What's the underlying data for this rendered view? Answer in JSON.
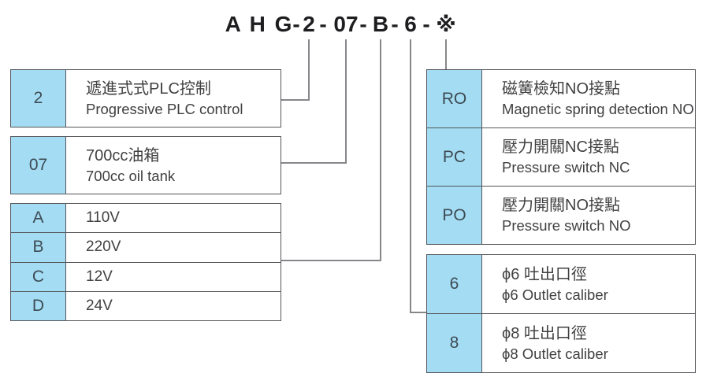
{
  "title": {
    "segments": [
      "A H G",
      "-",
      "2",
      "-",
      "07",
      "-",
      "B",
      "-",
      "6",
      "-",
      "※"
    ]
  },
  "colors": {
    "cell_fill": "#a4ddf3",
    "table_border": "#55565a",
    "connector_line": "#85878a",
    "text": "#414042",
    "title_text": "#1e1e20"
  },
  "control": {
    "code": "2",
    "zh": "遞進式式PLC控制",
    "en": "Progressive PLC control"
  },
  "tank": {
    "code": "07",
    "zh": "700cc油箱",
    "en": "700cc oil tank"
  },
  "voltage": {
    "rows": [
      {
        "code": "A",
        "value": "110V"
      },
      {
        "code": "B",
        "value": "220V"
      },
      {
        "code": "C",
        "value": "12V"
      },
      {
        "code": "D",
        "value": "24V"
      }
    ]
  },
  "sensor": {
    "rows": [
      {
        "code": "RO",
        "zh": "磁簧檢知NO接點",
        "en": "Magnetic spring detection NO"
      },
      {
        "code": "PC",
        "zh": "壓力開關NC接點",
        "en": "Pressure switch NC"
      },
      {
        "code": "PO",
        "zh": "壓力開關NO接點",
        "en": "Pressure switch NO"
      }
    ]
  },
  "outlet": {
    "rows": [
      {
        "code": "6",
        "zh": "ϕ6 吐出口徑",
        "en": "ϕ6 Outlet caliber"
      },
      {
        "code": "8",
        "zh": "ϕ8 吐出口徑",
        "en": "ϕ8 Outlet caliber"
      }
    ]
  }
}
